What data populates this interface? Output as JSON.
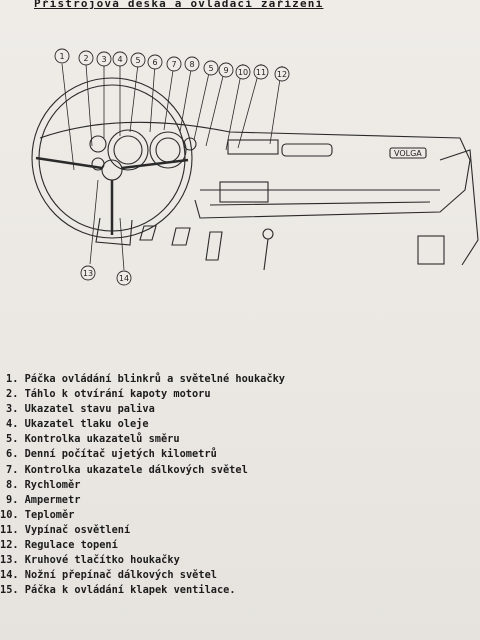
{
  "header": {
    "title": "Přístrojová deska a ovládací zařízení"
  },
  "figure": {
    "top_callouts": [
      "1",
      "2",
      "3",
      "4",
      "5",
      "6",
      "7",
      "8",
      "5",
      "9",
      "10",
      "11",
      "12"
    ],
    "bottom_callouts": [
      "13",
      "14"
    ],
    "nameplate": "VOLGA"
  },
  "legend": {
    "items": [
      "1. Páčka ovládání blinkrů a světelné houkačky",
      "2. Táhlo k otvírání kapoty motoru",
      "3. Ukazatel stavu paliva",
      "4. Ukazatel tlaku oleje",
      "5. Kontrolka ukazatelů směru",
      "6. Denní počítač ujetých kilometrů",
      "7. Kontrolka ukazatele dálkových světel",
      "8. Rychloměr",
      "9. Ampermetr",
      "10. Teploměr",
      "11. Vypínač osvětlení",
      "12. Regulace topení",
      "13. Kruhové tlačítko houkačky",
      "14. Nožní přepínač dálkových světel",
      "15. Páčka k ovládání klapek ventilace."
    ]
  }
}
